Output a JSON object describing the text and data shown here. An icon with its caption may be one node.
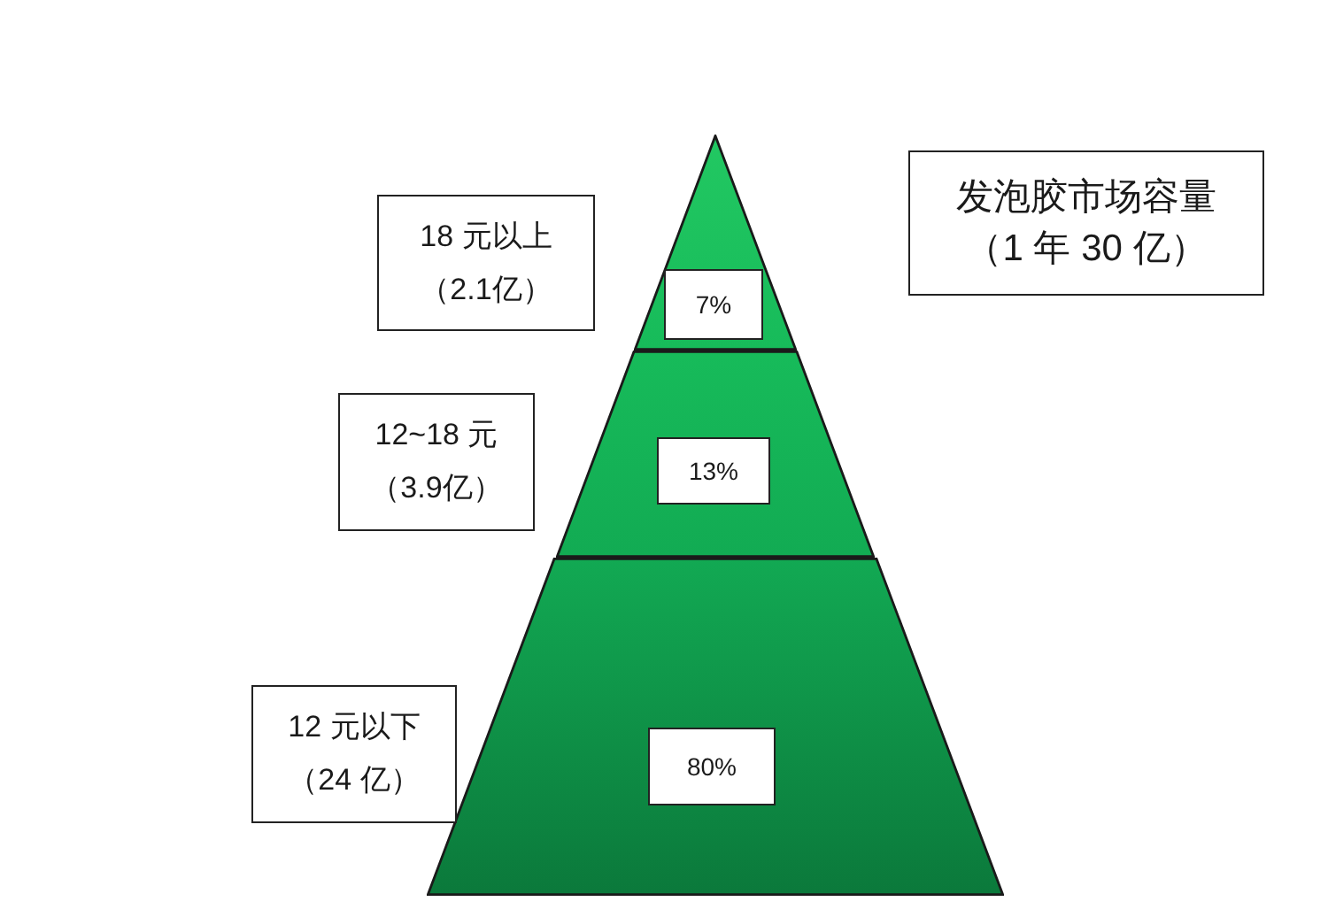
{
  "diagram": {
    "nodes": [
      {
        "text": [],
        "shape": "triangle"
      },
      {
        "text": [
          "7%"
        ],
        "in": 0
      },
      {
        "text": [],
        "shape": "trapezoid"
      },
      {
        "text": [
          "13%"
        ],
        "in": 2
      },
      {
        "text": [],
        "shape": "trapezoid"
      },
      {
        "text": [
          "80%"
        ],
        "in": 4
      },
      {
        "text": [
          "18 元以上",
          "（2.1亿）"
        ]
      },
      {
        "text": [
          "12~18 元",
          "（3.9亿）"
        ]
      },
      {
        "text": [
          "12 元以下",
          "（24 亿）"
        ]
      },
      {
        "text": [
          "发泡胶市场容量",
          "（1 年 30 亿）"
        ]
      }
    ]
  }
}
